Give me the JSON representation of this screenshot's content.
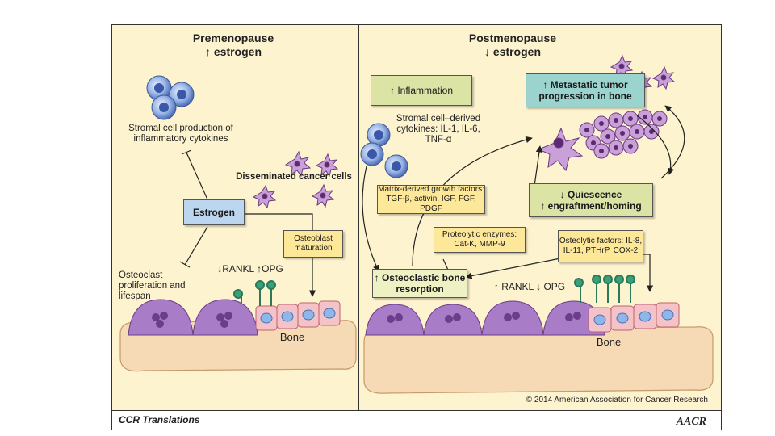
{
  "left_panel": {
    "title_line1": "Premenopause",
    "title_line2": "↑ estrogen",
    "stromal_label": "Stromal cell production of inflammatory cytokines",
    "disseminated_label": "Disseminated cancer cells",
    "estrogen_box": "Estrogen",
    "osteoblast_box": "Osteoblast maturation",
    "rankl_opg": "↓RANKL ↑OPG",
    "osteoclast_label": "Osteoclast proliferation and lifespan",
    "bone_label": "Bone"
  },
  "right_panel": {
    "title_line1": "Postmenopause",
    "title_line2": "↓ estrogen",
    "inflammation_box": "↑ Inflammation",
    "metastatic_box": "↑ Metastatic tumor progression in bone",
    "cytokines_label": "Stromal cell–derived cytokines: IL-1, IL-6, TNF-α",
    "matrix_box": "Matrix-derived growth factors: TGF-β, activin, IGF, FGF, PDGF",
    "quiescence_box_line1": "↓ Quiescence",
    "quiescence_box_line2": "↑ engraftment/homing",
    "proteolytic_box": "Proteolytic enzymes: Cat-K, MMP-9",
    "osteolytic_box": "Osteolytic factors: IL-8, IL-11, PTHrP, COX-2",
    "osteoclastic_box": "↑ Osteoclastic bone resorption",
    "rankl_opg": "↑ RANKL ↓ OPG",
    "bone_label": "Bone"
  },
  "copyright": "© 2014 American Association for Cancer Research",
  "footer_label": "CCR Translations",
  "logo_text": "AACR",
  "colors": {
    "panel_bg": "#fdf3cf",
    "box_green": "#dbe3a5",
    "box_teal": "#9bd4cf",
    "box_blue": "#bcd6f0",
    "box_yellow": "#fde89a",
    "osteoclast_purple": "#a97cc8",
    "osteoblast_pink": "#f4c3c8",
    "stromal_blue": "#6a8fd1",
    "bone_tan": "#f6d9b5",
    "receptor_green": "#3aa07a",
    "cancer_cell_purple": "#8b4e9e"
  }
}
